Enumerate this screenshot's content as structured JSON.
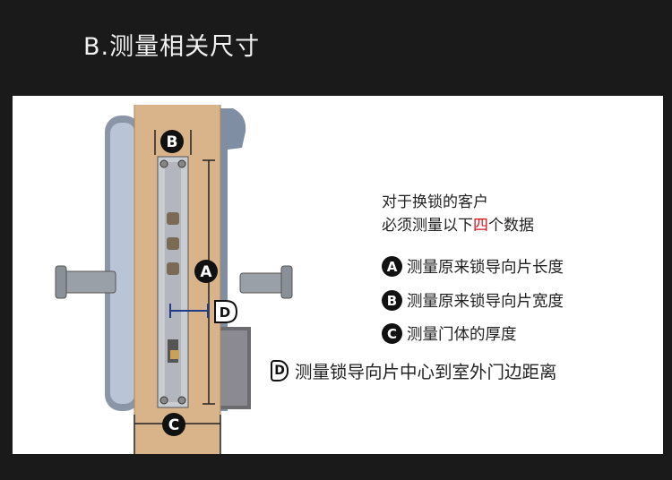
{
  "title": "B.测量相关尺寸",
  "labels": {
    "a": "A",
    "b": "B",
    "c": "C",
    "d": "D"
  },
  "intro": {
    "line1": "对于换锁的客户",
    "line2_before": "必须测量以下",
    "line2_highlight": "四",
    "line2_after": "个数据"
  },
  "steps": [
    {
      "letter": "A",
      "text": "测量原来锁导向片长度"
    },
    {
      "letter": "B",
      "text": "测量原来锁导向片宽度"
    },
    {
      "letter": "C",
      "text": "测量门体的厚度"
    },
    {
      "letter": "D",
      "text": "测量锁导向片中心到室外门边距离"
    }
  ],
  "colors": {
    "background": "#1a1a1a",
    "panel": "#ffffff",
    "door_wood": "#d9b48a",
    "highlight": "#d6121b"
  }
}
